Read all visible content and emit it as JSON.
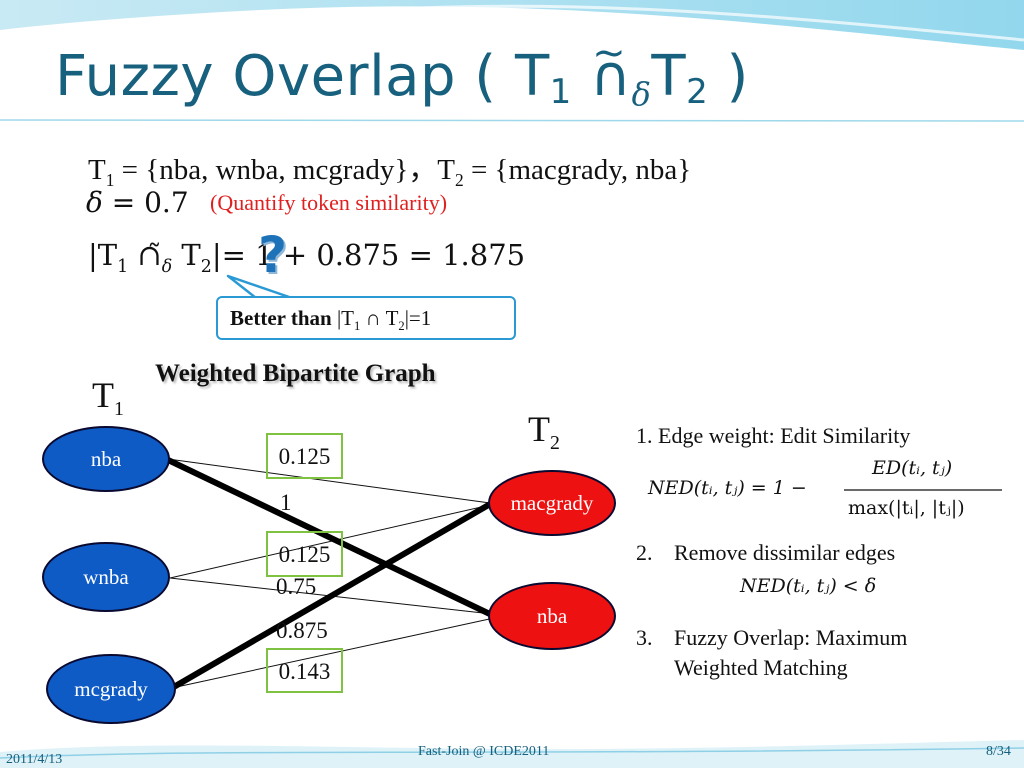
{
  "slide": {
    "title": {
      "prefix": "Fuzzy Overlap ( T",
      "sub1": "1",
      "op": "∩",
      "tilde": "~",
      "delta": "δ",
      "t2": "T",
      "sub2": "2",
      "suffix": " )"
    },
    "line1": {
      "a": "T",
      "a_sub": "1",
      "b": " = {nba, wnba, mcgrady}，T",
      "b_sub": "2",
      "c": " = {macgrady, nba}"
    },
    "line2": {
      "delta": "δ",
      "rest": " = 0.7"
    },
    "quantify": "(Quantify token similarity)",
    "line3": {
      "a": "|T",
      "a_sub": "1",
      "op": " ∩̃",
      "delta": "δ",
      "b": " T",
      "b_sub": "2",
      "c": "|= 1 + 0.875 = 1.875"
    },
    "qmark": "?",
    "callout": {
      "bold": "Better than",
      "a": " |T",
      "a_sub": "1",
      "b": " ∩ T",
      "b_sub": "2",
      "c": "|=1"
    },
    "graph_title": "Weighted Bipartite Graph",
    "t1_label": {
      "t": "T",
      "sub": "1"
    },
    "t2_label": {
      "t": "T",
      "sub": "2"
    },
    "left_nodes": [
      "nba",
      "wnba",
      "mcgrady"
    ],
    "right_nodes": [
      "macgrady",
      "nba"
    ],
    "weights": {
      "w1": "0.125",
      "w2": "1",
      "w3": "0.125",
      "w4": "0.75",
      "w5": "0.875",
      "w6": "0.143"
    },
    "steps": {
      "s1": "1. Edge weight: Edit Similarity",
      "ned_lhs": "NED(tᵢ, tⱼ) = 1 −",
      "ned_num": "ED(tᵢ, tⱼ)",
      "ned_den": "max(|tᵢ|,  |tⱼ|)",
      "s2_num": "2.",
      "s2": "Remove dissimilar edges",
      "s2_math": "NED(tᵢ, tⱼ) < δ",
      "s3_num": "3.",
      "s3a": "Fuzzy Overlap:  Maximum",
      "s3b": "Weighted Matching"
    },
    "footer": {
      "date": "2011/4/13",
      "center": "Fast-Join @ ICDE2011",
      "page": "8/34"
    },
    "colors": {
      "title": "#17607e",
      "blue_node": "#0f5bc6",
      "red_node": "#ee1111",
      "accent": "#2b9ad4",
      "box": "#7fc241"
    }
  }
}
